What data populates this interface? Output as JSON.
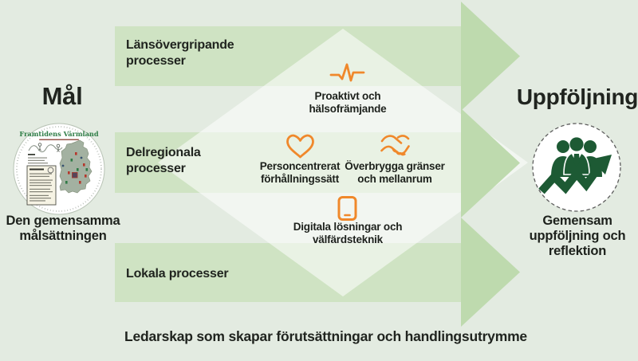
{
  "titles": {
    "left": "Mål",
    "right": "Uppföljning"
  },
  "arrows": [
    {
      "label": "Länsövergripande processer"
    },
    {
      "label": "Delregionala processer"
    },
    {
      "label": "Lokala processer"
    }
  ],
  "center_values": [
    {
      "icon": "heartbeat-icon",
      "label": "Proaktivt och hälsofrämjande"
    },
    {
      "icon": "heart-icon",
      "label": "Personcentrerat förhållningssätt"
    },
    {
      "icon": "handshake-icon",
      "label": "Överbrygga gränser och mellanrum"
    },
    {
      "icon": "phone-icon",
      "label": "Digitala lösningar och välfärdsteknik"
    }
  ],
  "left_figure": {
    "map_title": "Framtidens Värmland",
    "caption": "Den gemensamma målsättningen"
  },
  "right_figure": {
    "icon": "people-with-rising-arrow-icon",
    "caption": "Gemensam uppföljning och reflektion"
  },
  "footer": "Ledarskap som skapar förutsättningar och handlingsutrymme",
  "colors": {
    "background": "#e3ebe1",
    "arrow_body": "#cfe3c3",
    "arrow_head": "#bedaae",
    "diamond_overlay": "rgba(255,255,255,0.55)",
    "accent_orange": "#f0882b",
    "dark_green": "#1d5a34",
    "text": "#20241f"
  }
}
